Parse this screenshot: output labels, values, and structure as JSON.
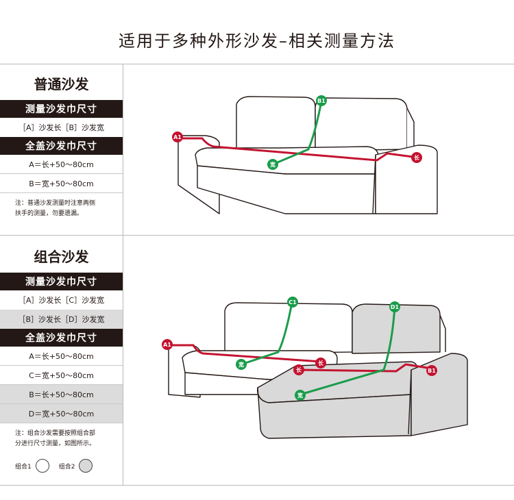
{
  "page": {
    "title": "适用于多种外形沙发–相关测量方法"
  },
  "colors": {
    "dark_bar": "#231815",
    "grey_row": "#dcdcdc",
    "red_line": "#c3132f",
    "green_line": "#1a9c4b",
    "sofa_stroke": "#231815",
    "chaise_fill": "#d9d9d9"
  },
  "section1": {
    "heading": "普通沙发",
    "measure_bar": "测量沙发巾尺寸",
    "measure_row": "［A］沙发长［B］沙发宽",
    "cover_bar": "全盖沙发巾尺寸",
    "rows": [
      "A＝长+50～80cm",
      "B＝宽+50～80cm"
    ],
    "note_line1": "注：普通沙发测量时注意两侧",
    "note_line2": "扶手的测量，勿要遗漏。",
    "markers": {
      "a1": "A1",
      "b1": "B1",
      "width": "宽",
      "length": "长"
    }
  },
  "section2": {
    "heading": "组合沙发",
    "measure_bar": "测量沙发巾尺寸",
    "measure_rows": [
      "［A］沙发长［C］沙发宽",
      "［B］沙发长［D］沙发宽"
    ],
    "cover_bar": "全盖沙发巾尺寸",
    "rows": [
      "A＝长+50～80cm",
      "C＝宽+50～80cm",
      "B＝长+50～80cm",
      "D＝宽+50～80cm"
    ],
    "note_line1": "注：组合沙发需要按照组合部",
    "note_line2": "分进行尺寸测量，如图所示。",
    "legend": [
      "组合1",
      "组合2"
    ],
    "markers": {
      "a1": "A1",
      "c1": "C1",
      "d1": "D1",
      "b1": "B1",
      "width1": "宽",
      "width2": "宽",
      "length1": "长",
      "length2": "长"
    }
  }
}
